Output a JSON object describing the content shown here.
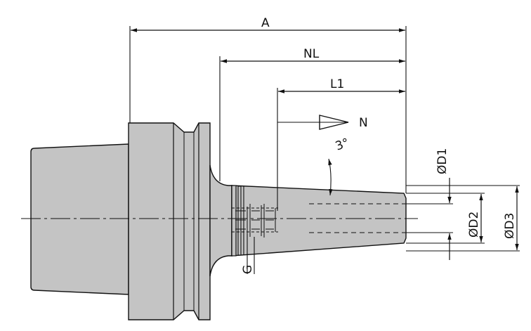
{
  "labels": {
    "A": "A",
    "NL": "NL",
    "L1": "L1",
    "N": "N",
    "angle": "3°",
    "D1": "ØD1",
    "D2": "ØD2",
    "D3": "ØD3",
    "G": "G"
  },
  "colors": {
    "body_fill": "#c4c4c4",
    "outline": "#111111",
    "background": "#ffffff"
  }
}
